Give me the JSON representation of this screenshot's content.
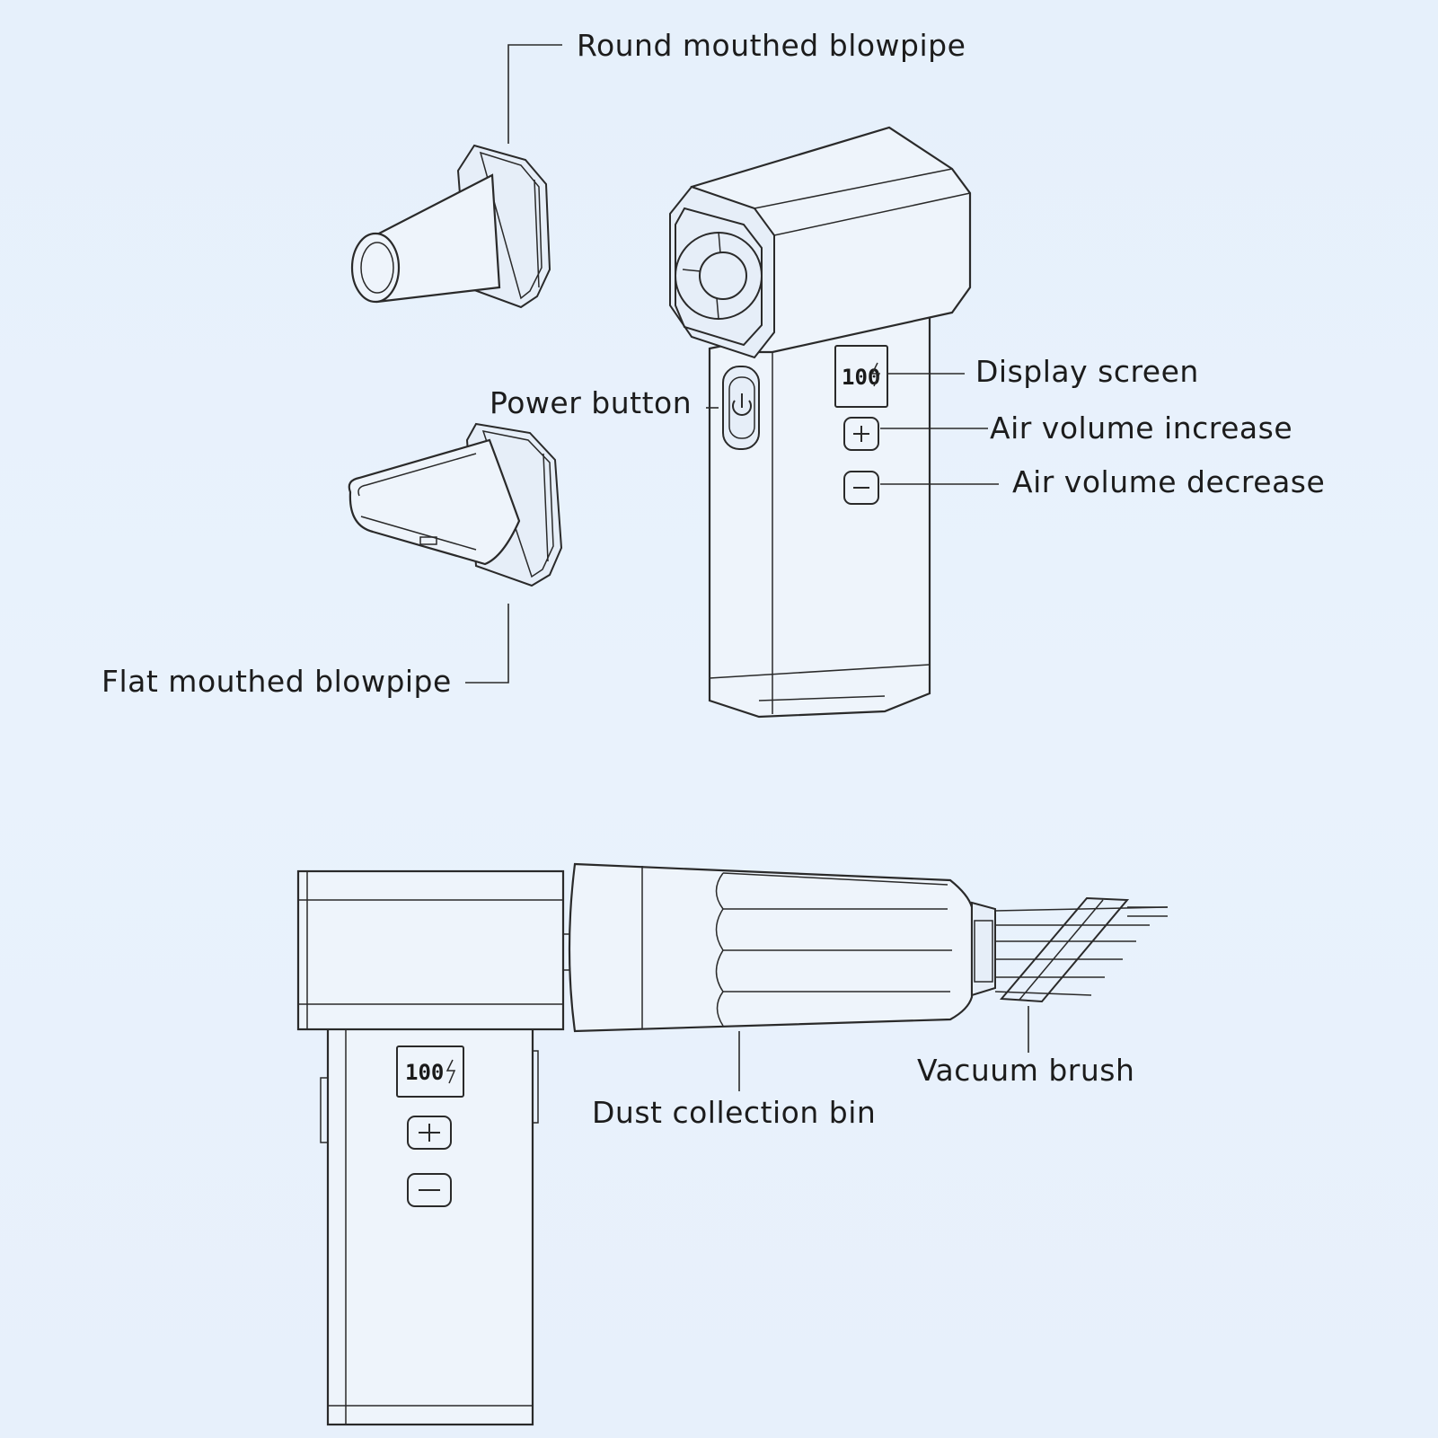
{
  "labels": {
    "round_blowpipe": "Round mouthed blowpipe",
    "power_button": "Power button",
    "display_screen": "Display screen",
    "air_increase": "Air volume increase",
    "air_decrease": "Air volume decrease",
    "flat_blowpipe": "Flat mouthed blowpipe",
    "vacuum_brush": "Vacuum brush",
    "dust_bin": "Dust collection bin"
  },
  "screen": {
    "top_value": "100",
    "bottom_value": "100"
  },
  "colors": {
    "background": "#e8f1fb",
    "line": "#2a2a2a"
  },
  "icons": {
    "power": "power-icon",
    "plus": "plus-icon",
    "minus": "minus-icon",
    "charge": "lightning-icon"
  }
}
